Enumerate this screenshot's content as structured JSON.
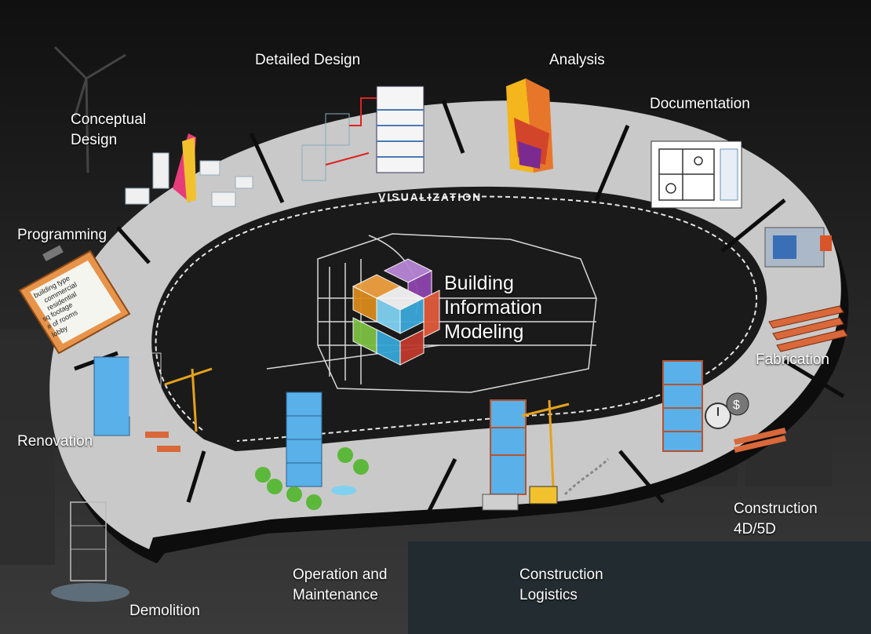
{
  "diagram": {
    "center_title_lines": [
      "Building",
      "Information",
      "Modeling"
    ],
    "ring_label": "VISUALIZATION",
    "stages": [
      {
        "id": "conceptual-design",
        "lines": [
          "Conceptual",
          "Design"
        ]
      },
      {
        "id": "detailed-design",
        "lines": [
          "Detailed Design"
        ]
      },
      {
        "id": "analysis",
        "lines": [
          "Analysis"
        ]
      },
      {
        "id": "documentation",
        "lines": [
          "Documentation"
        ]
      },
      {
        "id": "fabrication",
        "lines": [
          "Fabrication"
        ]
      },
      {
        "id": "construction-4d-5d",
        "lines": [
          "Construction",
          "4D/5D"
        ]
      },
      {
        "id": "construction-logistics",
        "lines": [
          "Construction",
          "Logistics"
        ]
      },
      {
        "id": "operation-and-maintenance",
        "lines": [
          "Operation and",
          "Maintenance"
        ]
      },
      {
        "id": "demolition",
        "lines": [
          "Demolition"
        ]
      },
      {
        "id": "renovation",
        "lines": [
          "Renovation"
        ]
      },
      {
        "id": "programming",
        "lines": [
          "Programming"
        ]
      }
    ],
    "clipboard_items": [
      "building type",
      "commercial",
      "residential",
      "sq footage",
      "# of rooms",
      "lobby"
    ],
    "colors": {
      "ring_fill": "#c9c9c9",
      "ring_edge": "#0d0d0d",
      "label_text": "#ffffff",
      "cube_orange": "#e8912e",
      "cube_purple": "#9b59b6",
      "cube_blue": "#3aa8d8",
      "cube_red": "#c0392b",
      "cube_green": "#6aa832"
    }
  }
}
